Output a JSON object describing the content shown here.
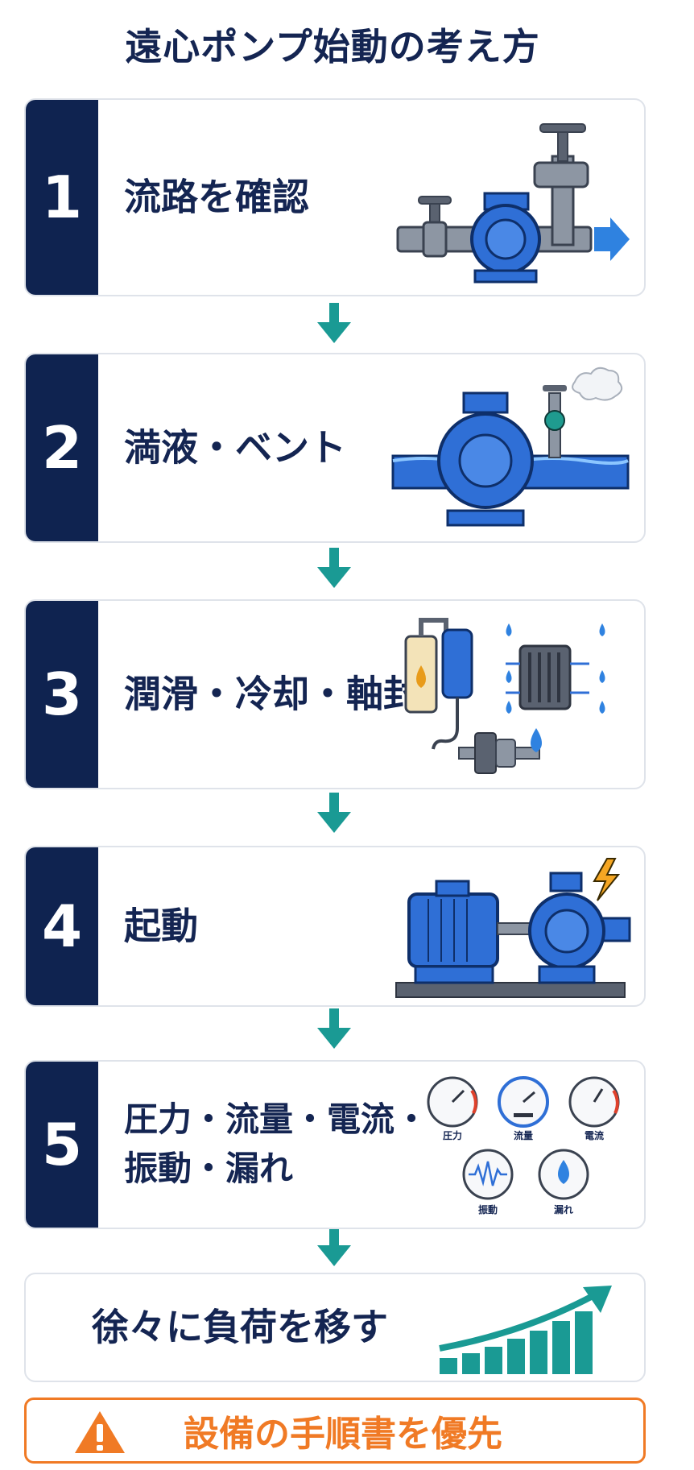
{
  "title": "遠心ポンプ始動の考え方",
  "steps": [
    {
      "number": "1",
      "label": "流路を確認"
    },
    {
      "number": "2",
      "label": "満液・ベント"
    },
    {
      "number": "3",
      "label": "潤滑・冷却・軸封"
    },
    {
      "number": "4",
      "label": "起動"
    },
    {
      "number": "5",
      "label_line1": "圧力・流量・電流・",
      "label_line2": "振動・漏れ",
      "gauges": [
        "圧力",
        "流量",
        "電流",
        "振動",
        "漏れ"
      ]
    }
  ],
  "final_step": "徐々に負荷を移す",
  "warning": "設備の手順書を優先",
  "colors": {
    "navy": "#0f2350",
    "pump_blue": "#2f6fd6",
    "teal": "#1a9a94",
    "orange": "#f07a25"
  }
}
